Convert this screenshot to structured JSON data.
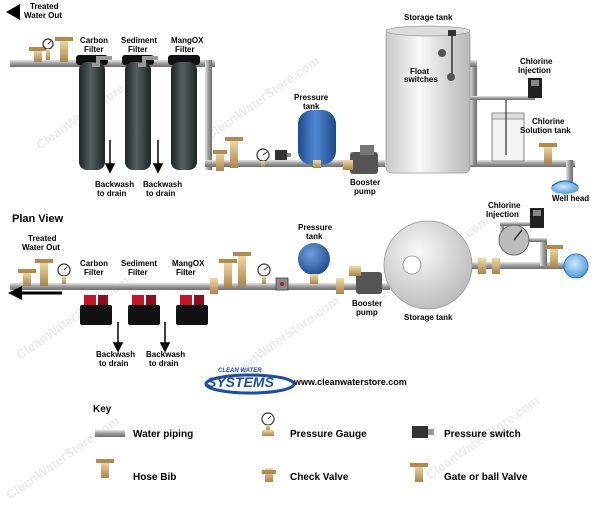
{
  "labels": {
    "treated_water_out_1": "Treated",
    "treated_water_out_2": "Water Out",
    "carbon_1": "Carbon",
    "carbon_2": "Filter",
    "sediment_1": "Sediment",
    "sediment_2": "Filter",
    "mangox_1": "MangOX",
    "mangox_2": "Filter",
    "backwash_1": "Backwash",
    "backwash_2": "to drain",
    "pressure_tank_1": "Pressure",
    "pressure_tank_2": "tank",
    "booster_1": "Booster",
    "booster_2": "pump",
    "storage_tank": "Storage tank",
    "float_1": "Float",
    "float_2": "switches",
    "chlorine_inj_1": "Chlorine",
    "chlorine_inj_2": "Injection",
    "chlorine_sol_1": "Chlorine",
    "chlorine_sol_2": "Solution tank",
    "well_head": "Well head",
    "plan_view": "Plan View"
  },
  "brand": {
    "top": "CLEAN WATER",
    "name": "SYSTEMS",
    "url": "www.cleanwaterstore.com"
  },
  "key": {
    "title": "Key",
    "water_piping": "Water piping",
    "pressure_gauge": "Pressure Gauge",
    "pressure_switch": "Pressure switch",
    "hose_bib": "Hose Bib",
    "check_valve": "Check Valve",
    "gate_valve": "Gate or ball Valve"
  },
  "colors": {
    "pipe": "#a9a9a9",
    "brass": "#c9a66b",
    "filter": "#2f3a3a",
    "pressure_tank": "#2c5fa8",
    "storage_tank": "#e8e8e8",
    "red_valve": "#c0152a"
  }
}
